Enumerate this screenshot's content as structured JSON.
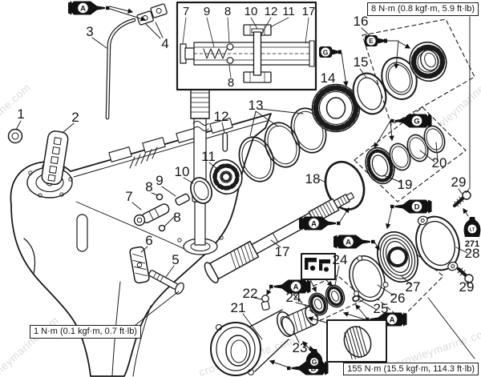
{
  "watermark": "crowleymarine.com",
  "torque_notes": {
    "upper": "8 N·m (0.8 kgf·m, 5.9 ft·lb)",
    "lower_left": "1 N·m (0.1 kgf·m, 0.7 ft·lb)",
    "lower_right": "155 N·m (15.5 kgf·m, 114.3 ft·lb)"
  },
  "parts": {
    "p1": "1",
    "p2": "2",
    "p3": "3",
    "p4": "4",
    "p5": "5",
    "p6": "6",
    "p7": "7",
    "p8": "8",
    "p9": "9",
    "p10": "10",
    "p11": "11",
    "p12": "12",
    "p13": "13",
    "p14": "14",
    "p15": "15",
    "p16": "16",
    "p17": "17",
    "p18": "18",
    "p19": "19",
    "p20": "20",
    "p21": "21",
    "p22": "22",
    "p23": "23",
    "p24": "24",
    "p25": "25",
    "p26": "26",
    "p27": "27",
    "p28": "28",
    "p29": "29"
  },
  "flags": {
    "A": "A",
    "D": "D",
    "E": "E",
    "G": "G"
  },
  "sealant": {
    "code": "LT",
    "number": "271"
  }
}
